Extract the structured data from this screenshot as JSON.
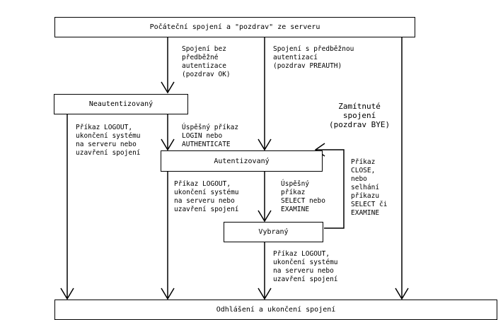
{
  "states": {
    "initial": "Počáteční spojení a \"pozdrav\" ze serveru",
    "unauthenticated": "Neautentizovaný",
    "authenticated": "Autentizovaný",
    "selected": "Vybraný",
    "logout": "Odhlášení a ukončení spojení"
  },
  "transitions": {
    "no_preauth": "Spojení bez\npředběžné\nautentizace\n(pozdrav OK)",
    "preauth": "Spojení s předběžnou\nautentizací\n(pozdrav PREAUTH)",
    "rejected": "Zamítnuté\nspojení\n(pozdrav BYE)",
    "logout_from_unauth": "Příkaz LOGOUT,\nukončení systému\nna serveru nebo\nuzavření spojení",
    "login": "Úspěšný příkaz\nLOGIN nebo\nAUTHENTICATE",
    "logout_from_auth": "Příkaz LOGOUT,\nukončení systému\nna serveru nebo\nuzavření spojení",
    "select": "Úspěšný\npříkaz\nSELECT nebo\nEXAMINE",
    "close": "Příkaz\nCLOSE,\nnebo\nselhání\npříkazu\nSELECT či\nEXAMINE",
    "logout_from_selected": "Příkaz LOGOUT,\nukončení systému\nna serveru nebo\nuzavření spojení"
  },
  "colors": {
    "line": "#000000",
    "background": "#ffffff"
  }
}
